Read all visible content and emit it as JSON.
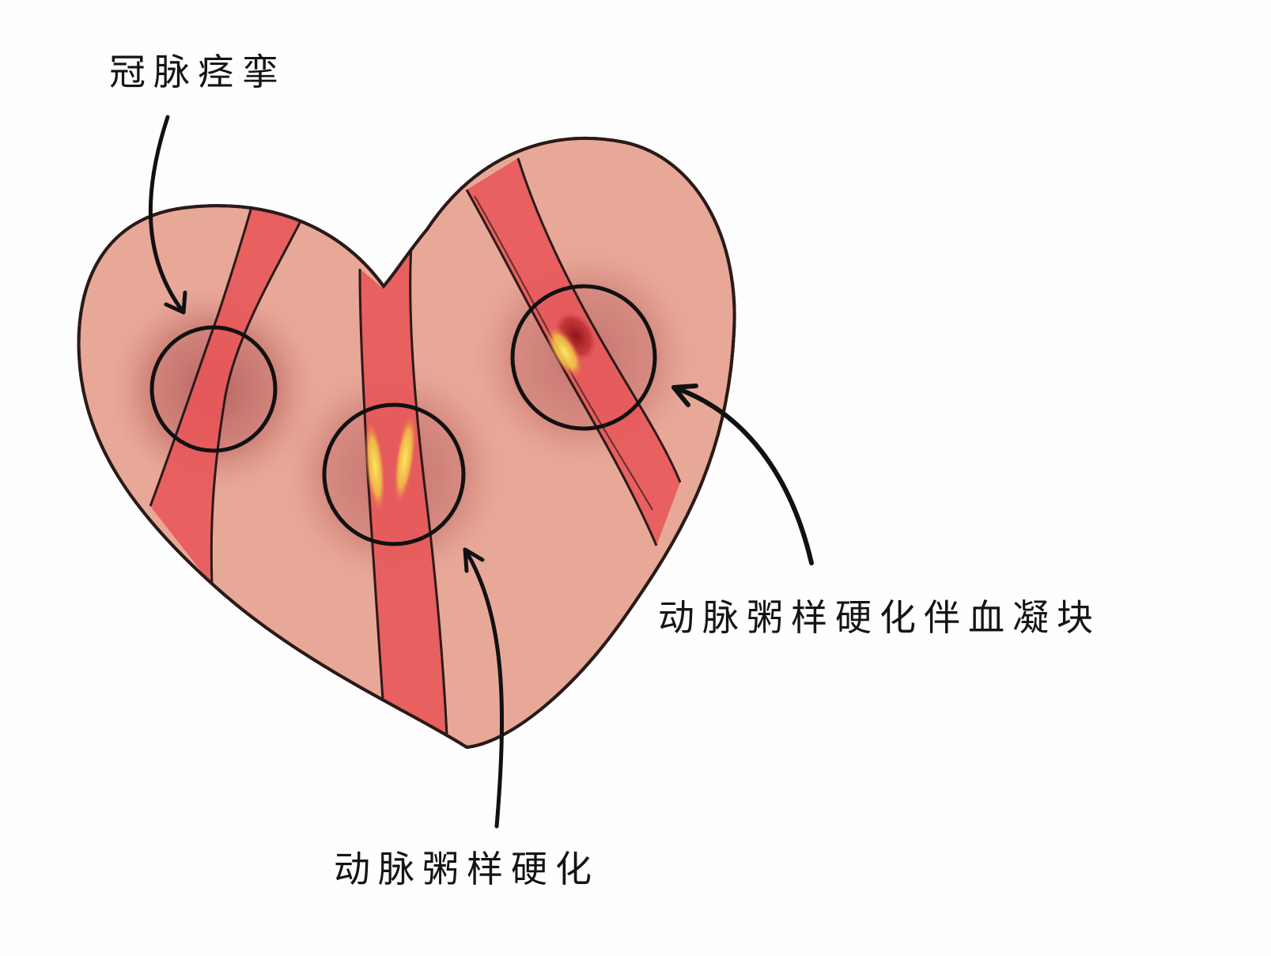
{
  "diagram": {
    "subject": "heart with coronary arteries",
    "labels": {
      "spasm": "冠脉痉挛",
      "atherosclerosis_with_clot": "动脉粥样硬化伴血凝块",
      "atherosclerosis": "动脉粥样硬化"
    },
    "callouts": [
      {
        "id": "spasm",
        "label": "冠脉痉挛",
        "target": "left artery narrowed (circle, left)"
      },
      {
        "id": "atherosclerosis",
        "label": "动脉粥样硬化",
        "target": "center artery with yellow plaque (circle, center)"
      },
      {
        "id": "atherosclerosis-with-clot",
        "label": "动脉粥样硬化伴血凝块",
        "target": "right artery with plaque and dark red clot (circle, right)"
      }
    ],
    "colors": {
      "heart_fill": "#e8a898",
      "artery_fill": "#e8585a",
      "outline": "#2a1a18",
      "plaque": "#f2d24a",
      "clot": "#a81e22",
      "shadow": "#b45a5a"
    }
  }
}
